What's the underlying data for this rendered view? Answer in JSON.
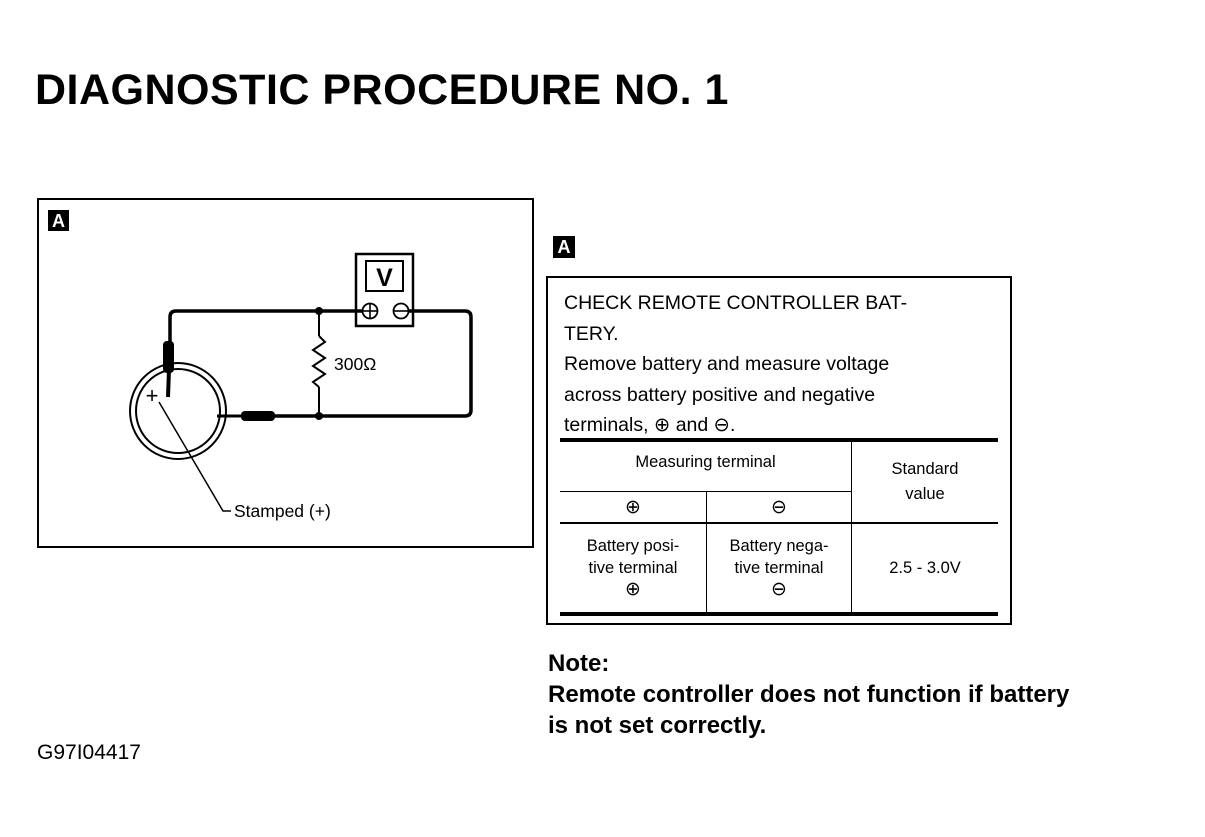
{
  "page_title": "DIAGNOSTIC PROCEDURE NO. 1",
  "figure": {
    "label": "A",
    "meter_symbol": "V",
    "meter_positive": "⊕",
    "meter_negative": "⊖",
    "resistor_label": "300Ω",
    "battery_plus": "+",
    "stamped_label": "Stamped (+)"
  },
  "check_box": {
    "label": "A",
    "heading_line1": "CHECK REMOTE CONTROLLER BAT-",
    "heading_line2": "TERY.",
    "body_line1": "Remove battery and measure voltage",
    "body_line2": "across battery positive and negative",
    "body_line3_prefix": "terminals, ",
    "symbol_positive": "⊕",
    "body_line3_and": " and ",
    "symbol_negative": "⊖",
    "body_line3_end": ".",
    "table": {
      "header_measuring": "Measuring terminal",
      "header_standard_line1": "Standard",
      "header_standard_line2": "value",
      "sub_positive": "⊕",
      "sub_negative": "⊖",
      "row_positive_line1": "Battery posi-",
      "row_positive_line2": "tive terminal",
      "row_positive_symbol": "⊕",
      "row_negative_line1": "Battery nega-",
      "row_negative_line2": "tive terminal",
      "row_negative_symbol": "⊖",
      "standard_value": "2.5 - 3.0V"
    }
  },
  "note": {
    "heading": "Note:",
    "line1": "Remote controller does not function if battery",
    "line2": "is not set correctly."
  },
  "figure_code": "G97I04417"
}
